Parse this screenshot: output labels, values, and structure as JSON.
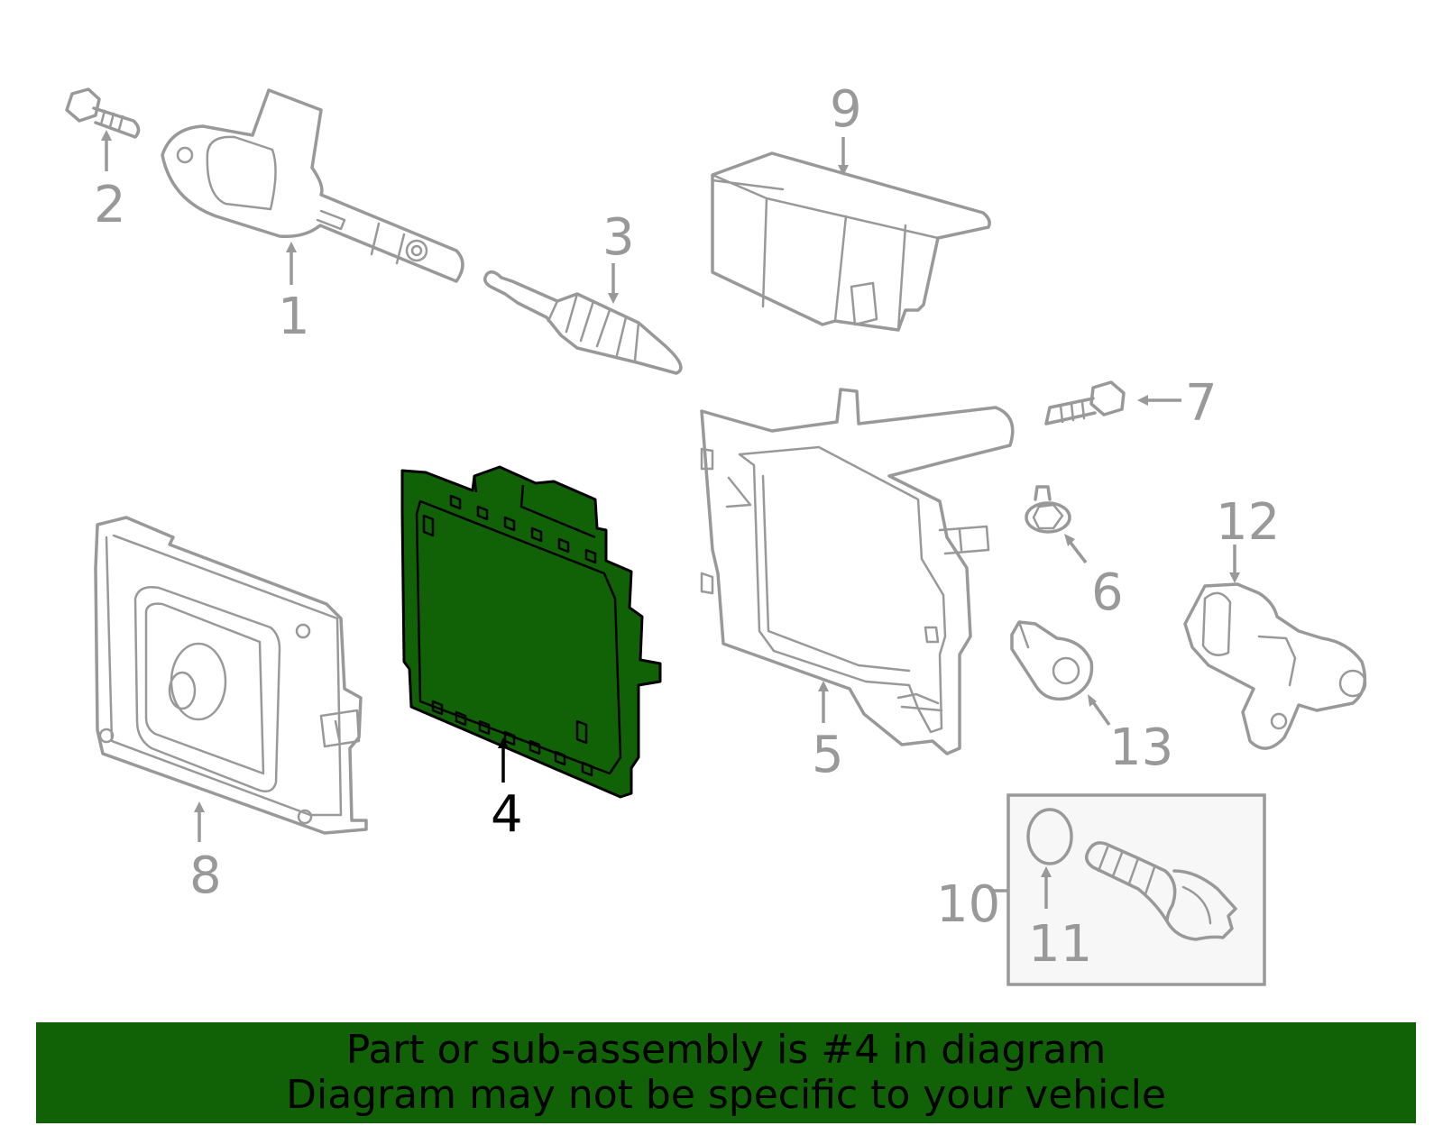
{
  "callouts": {
    "c1": "1",
    "c2": "2",
    "c3": "3",
    "c4": "4",
    "c5": "5",
    "c6": "6",
    "c7": "7",
    "c8": "8",
    "c9": "9",
    "c10": "10",
    "c11": "11",
    "c12": "12",
    "c13": "13"
  },
  "highlight": {
    "part": "4",
    "color": "#116107"
  },
  "banner": {
    "line1": "Part or sub-assembly is #4 in diagram",
    "line2": "Diagram may not be specific to your vehicle"
  },
  "colors": {
    "line": "#999999",
    "highlight_fill": "#116107",
    "banner_bg": "#116107",
    "text_dark": "#000000"
  }
}
